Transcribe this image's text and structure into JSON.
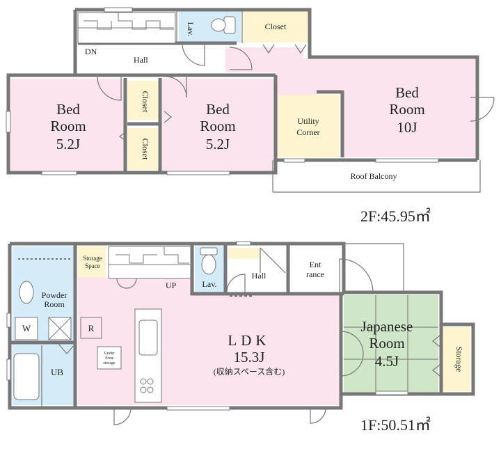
{
  "floor2": {
    "area_label": "2F:45.95㎡",
    "rooms": {
      "hall": "Hall",
      "dn": "DN",
      "lav": "Lav.",
      "closet_top": "Closet",
      "bed_left_1": "Bed",
      "bed_left_2": "Room",
      "bed_left_3": "5.2J",
      "closet_a": "Closet",
      "closet_b": "Closet",
      "bed_mid_1": "Bed",
      "bed_mid_2": "Room",
      "bed_mid_3": "5.2J",
      "utility_1": "Utility",
      "utility_2": "Corner",
      "bed_right_1": "Bed",
      "bed_right_2": "Room",
      "bed_right_3": "10J",
      "balcony": "Roof Balcony"
    }
  },
  "floor1": {
    "area_label": "1F:50.51㎡",
    "rooms": {
      "storage_space_1": "Storage",
      "storage_space_2": "Space",
      "up": "UP",
      "lav": "Lav.",
      "hall": "Hall",
      "ent_1": "Ent",
      "ent_2": "rance",
      "powder_1": "Powder",
      "powder_2": "Room",
      "w": "W",
      "r": "R",
      "ub": "UB",
      "underfloor_1": "Under",
      "underfloor_2": "floor",
      "underfloor_3": "storage",
      "ldk_1": "LDK",
      "ldk_2": "15.3J",
      "ldk_3": "(収納スペース含む)",
      "jp_1": "Japanese",
      "jp_2": "Room",
      "jp_3": "4.5J",
      "storage": "Storage"
    }
  },
  "colors": {
    "pink": "#fbe4ee",
    "blue": "#d4ecf8",
    "yellow": "#fdf5cf",
    "green": "#cfe6c8",
    "wall": "#777777"
  }
}
